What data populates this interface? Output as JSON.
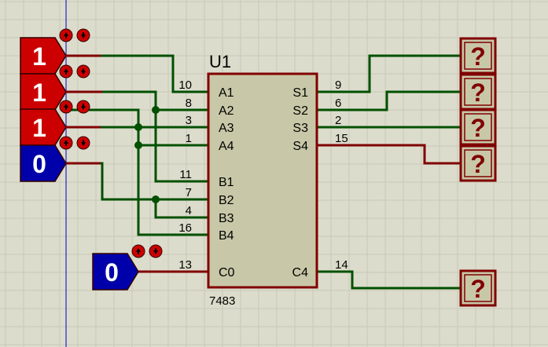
{
  "colors": {
    "background": "#dcdccc",
    "grid": "#c9c9b8",
    "wire_red": "#800000",
    "wire_green": "#005000",
    "chip_fill": "#c8c8a8",
    "chip_border": "#800000",
    "logic_high": "#cc0000",
    "logic_low": "#0000aa",
    "probe_fill": "#c8c8a8",
    "probe_border": "#800000",
    "probe_text": "#800000",
    "axis_line": "#0000cc"
  },
  "chip": {
    "ref": "U1",
    "part": "7483",
    "left_pins": [
      {
        "num": "10",
        "name": "A1"
      },
      {
        "num": "8",
        "name": "A2"
      },
      {
        "num": "3",
        "name": "A3"
      },
      {
        "num": "1",
        "name": "A4"
      },
      {
        "num": "11",
        "name": "B1"
      },
      {
        "num": "7",
        "name": "B2"
      },
      {
        "num": "4",
        "name": "B3"
      },
      {
        "num": "16",
        "name": "B4"
      },
      {
        "num": "13",
        "name": "C0"
      }
    ],
    "right_pins": [
      {
        "num": "9",
        "name": "S1"
      },
      {
        "num": "6",
        "name": "S2"
      },
      {
        "num": "2",
        "name": "S3"
      },
      {
        "num": "15",
        "name": "S4"
      },
      {
        "num": "14",
        "name": "C4"
      }
    ]
  },
  "logic_states": [
    {
      "value": "1",
      "level": "high"
    },
    {
      "value": "1",
      "level": "high"
    },
    {
      "value": "1",
      "level": "high"
    },
    {
      "value": "0",
      "level": "low"
    },
    {
      "value": "0",
      "level": "low"
    }
  ],
  "probes": [
    "?",
    "?",
    "?",
    "?",
    "?"
  ],
  "toggle_icons": [
    "up-arrow-icon",
    "down-arrow-icon"
  ]
}
